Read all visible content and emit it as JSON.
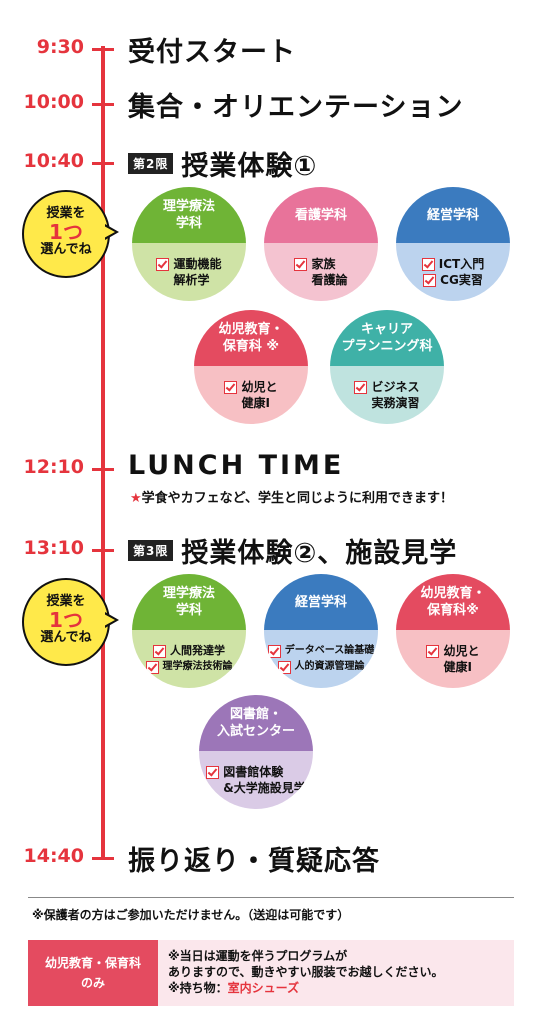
{
  "timeline": [
    {
      "time": "9:30",
      "label": "受付スタート"
    },
    {
      "time": "10:00",
      "label": "集合・オリエンテーション"
    },
    {
      "time": "10:40",
      "badge": "第2限",
      "label": "授業体験①"
    },
    {
      "time": "12:10",
      "label": "LUNCH TIME"
    },
    {
      "time": "13:10",
      "badge": "第3限",
      "label": "授業体験②、施設見学"
    },
    {
      "time": "14:40",
      "label": "振り返り・質疑応答"
    }
  ],
  "lunch_note": {
    "star": "★",
    "text": "学食やカフェなど、学生と同じように利用できます！"
  },
  "bubble": {
    "line1": "授業を",
    "line2": "1つ",
    "line3": "選んでね"
  },
  "session1": [
    {
      "name": "理学療法\n学科",
      "items": [
        "運動機能\n解析学"
      ]
    },
    {
      "name": "看護学科",
      "items": [
        "家族\n看護論"
      ]
    },
    {
      "name": "経営学科",
      "items": [
        "ICT入門",
        "CG実習"
      ]
    },
    {
      "name": "幼児教育・\n保育科 ※",
      "items": [
        "幼児と\n健康Ⅰ"
      ]
    },
    {
      "name": "キャリア\nプランニング科",
      "items": [
        "ビジネス\n実務演習"
      ]
    }
  ],
  "session2": [
    {
      "name": "理学療法\n学科",
      "items": [
        "人間発達学",
        "理学療法技術論"
      ]
    },
    {
      "name": "経営学科",
      "items": [
        "データベース論基礎",
        "人的資源管理論"
      ]
    },
    {
      "name": "幼児教育・\n保育科※",
      "items": [
        "幼児と\n健康Ⅰ"
      ]
    },
    {
      "name": "図書館・\n入試センター",
      "items": [
        "図書館体験\n&大学施設見学"
      ]
    }
  ],
  "footer": {
    "note": "※保護者の方はご参加いただけません。（送迎は可能です）",
    "box_label_1": "幼児教育・保育科",
    "box_label_2": "のみ",
    "box_line1": "※当日は運動を伴うプログラムが",
    "box_line2": "ありますので、動きやすい服装でお越しください。",
    "box_line3_prefix": "※持ち物：",
    "box_line3_highlight": "室内シューズ"
  }
}
